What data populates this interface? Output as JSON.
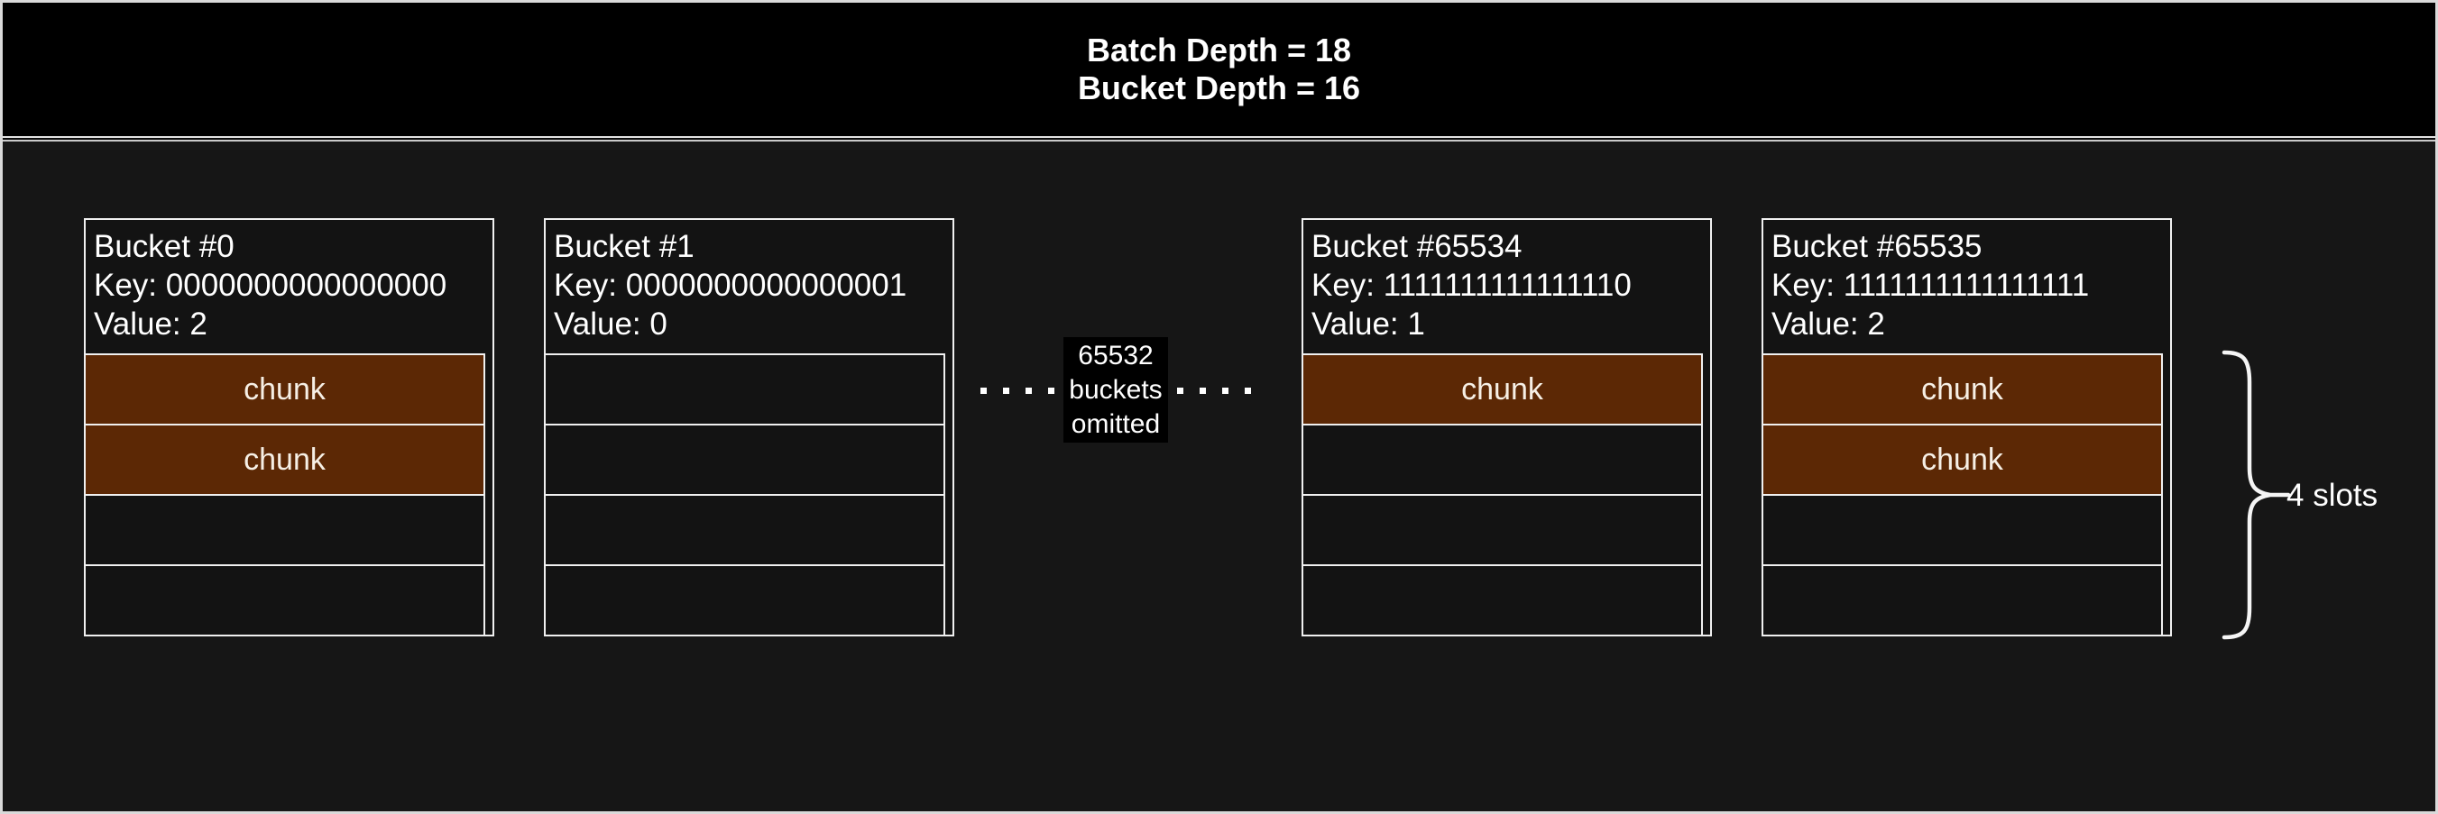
{
  "title": {
    "line1": "Batch Depth = 18",
    "line2": "Bucket Depth = 16"
  },
  "buckets": [
    {
      "title": "Bucket #0",
      "key": "Key: 0000000000000000",
      "value": "Value: 2",
      "slots": [
        "chunk",
        "chunk",
        "",
        ""
      ]
    },
    {
      "title": "Bucket #1",
      "key": "Key: 0000000000000001",
      "value": "Value: 0",
      "slots": [
        "",
        "",
        "",
        ""
      ]
    },
    {
      "title": "Bucket #65534",
      "key": "Key: 1111111111111110",
      "value": "Value: 1",
      "slots": [
        "chunk",
        "",
        "",
        ""
      ]
    },
    {
      "title": "Bucket #65535",
      "key": "Key: 1111111111111111",
      "value": "Value: 2",
      "slots": [
        "chunk",
        "chunk",
        "",
        ""
      ]
    }
  ],
  "omitted_label": {
    "line1": "65532",
    "line2": "buckets",
    "line3": "omitted"
  },
  "slots_annotation": "4 slots",
  "colors": {
    "body_bg": "#161616",
    "bucket_bg": "#131313",
    "header_bg": "#000000",
    "chunk_bg": "#5c2805",
    "chunk_text": "#f6efe5",
    "line": "#f0f0f0",
    "frame_border": "#d9d9d9"
  }
}
